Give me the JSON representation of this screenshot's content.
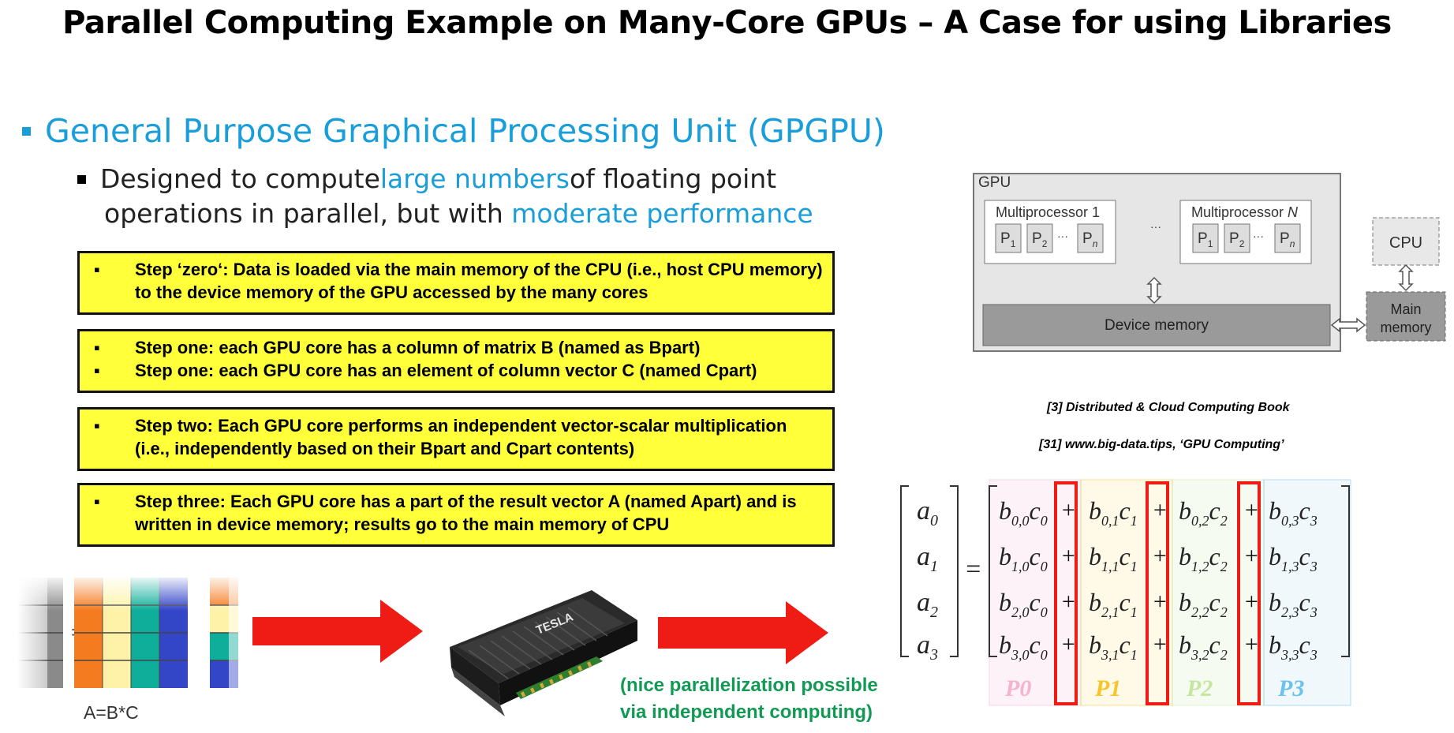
{
  "title": "Parallel Computing Example on Many-Core GPUs – A Case for using Libraries",
  "bullet1": "General Purpose Graphical Processing Unit (GPGPU)",
  "bullet2": {
    "part1": "Designed to compute ",
    "hl1": "large numbers",
    "part2": " of floating point",
    "part3": "operations in parallel, but with ",
    "hl2": "moderate performance"
  },
  "steps": [
    [
      "Step ‘zero‘: Data is loaded via the main memory of the CPU (i.e., host CPU memory) to the device memory of the GPU accessed by the many cores"
    ],
    [
      "Step one: each GPU core has a column of matrix B (named as Bpart)",
      "Step one: each GPU core has an element of column vector C (named Cpart)"
    ],
    [
      "Step two: Each GPU core performs an independent vector-scalar multiplication (i.e., independently based on their Bpart and Cpart contents)"
    ],
    [
      "Step three: Each GPU core has a part of the result vector A (named Apart) and is written in device memory; results go to the main memory of CPU"
    ]
  ],
  "bullet_glyph": "▪",
  "citations": {
    "c1": "[3] Distributed & Cloud Computing Book",
    "c2": "[31] www.big-data.tips, ‘GPU Computing’"
  },
  "gpu_diagram": {
    "gpu": "GPU",
    "mp1": "Multiprocessor 1",
    "mpn_prefix": "Multiprocessor ",
    "mpn_n": "N",
    "p": "P",
    "sub1": "1",
    "sub2": "2",
    "subn": "n",
    "dots": "···",
    "device_memory": "Device memory",
    "cpu": "CPU",
    "main_memory_1": "Main",
    "main_memory_2": "memory"
  },
  "abc_label": "A=B*C",
  "equals": "=",
  "card_label": "TESLA",
  "green_note": [
    "(nice parallelization possible",
    "via independent computing)"
  ],
  "processors": [
    "P0",
    "P1",
    "P2",
    "P3"
  ],
  "colors": {
    "accent_blue": "#1a9ed9",
    "step_yellow": "#ffff3a",
    "green": "#129a55",
    "arrow_red": "#ee1c14",
    "p0": "#f6b3cf",
    "p1": "#f7c52a",
    "p2": "#c6e6a0",
    "p3": "#6cc3ea"
  }
}
